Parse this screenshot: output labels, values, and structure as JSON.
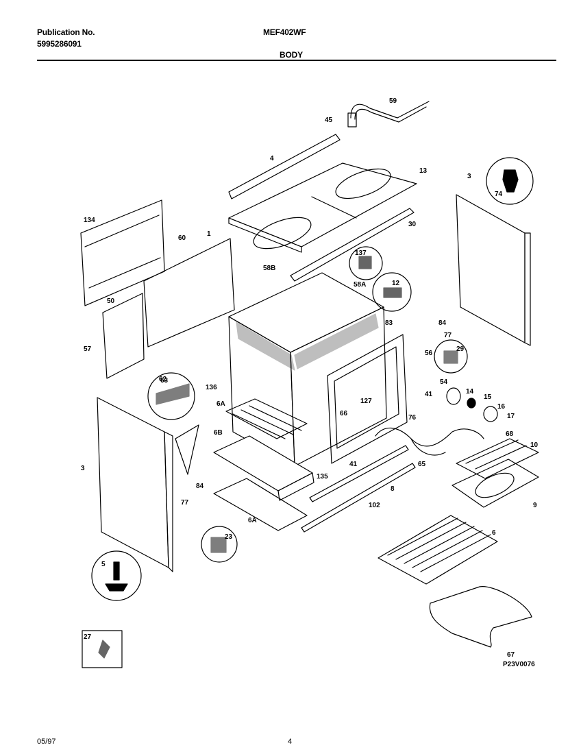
{
  "header": {
    "publication_label": "Publication No.",
    "publication_number": "5995286091",
    "model": "MEF402WF",
    "section": "BODY"
  },
  "diagram": {
    "drawing_code": "P23V0076",
    "callouts": [
      "59",
      "45",
      "4",
      "13",
      "3",
      "74",
      "134",
      "60",
      "1",
      "30",
      "58B",
      "137",
      "58A",
      "12",
      "50",
      "57",
      "84",
      "77",
      "63",
      "29",
      "62",
      "136",
      "83",
      "127",
      "56",
      "54",
      "14",
      "15",
      "16",
      "17",
      "41",
      "6A",
      "66",
      "76",
      "6B",
      "68",
      "10",
      "3",
      "84",
      "135",
      "41",
      "65",
      "8",
      "77",
      "102",
      "9",
      "23",
      "6A",
      "6",
      "5",
      "27",
      "67"
    ]
  },
  "footer": {
    "date": "05/97",
    "page": "4"
  }
}
